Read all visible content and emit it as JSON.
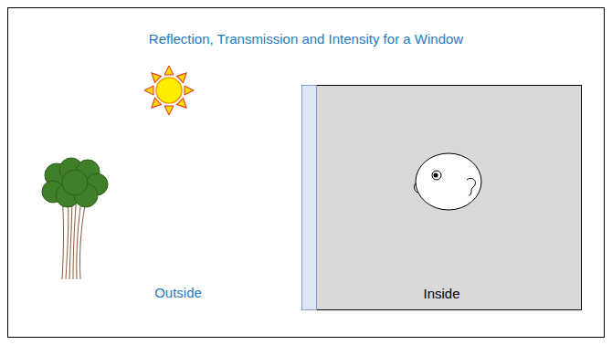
{
  "diagram": {
    "title": "Reflection, Transmission and Intensity for a Window",
    "nodes": [
      {
        "text": [
          "Inside"
        ]
      }
    ],
    "labels": [
      "Outside"
    ]
  }
}
